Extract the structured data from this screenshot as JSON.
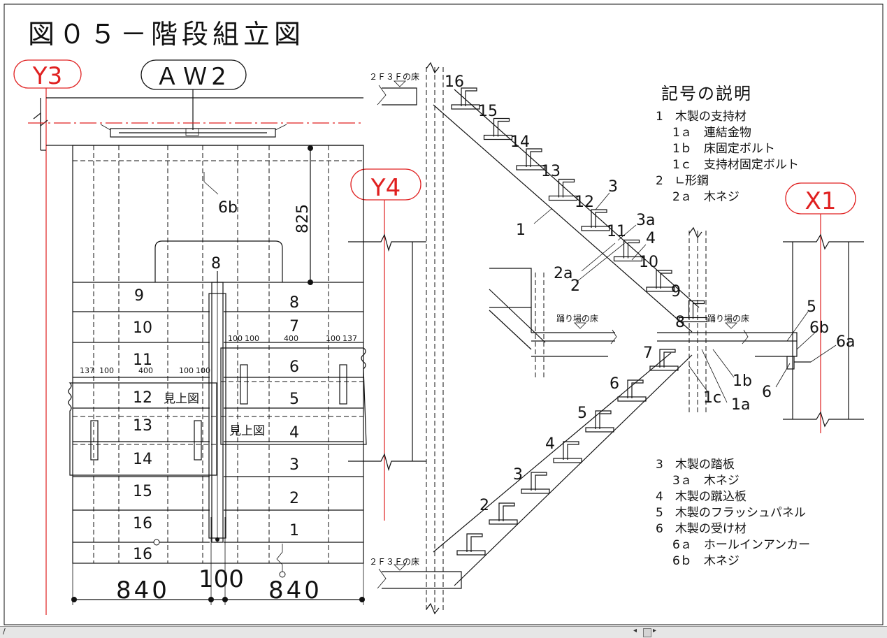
{
  "title": "図０５－階段組立図",
  "grid_labels": {
    "y3": "Y3",
    "aw2": "ＡＷ2",
    "y4": "Y4",
    "x1": "X1"
  },
  "plan": {
    "steps_left": [
      "9",
      "10",
      "11",
      "12",
      "13",
      "14",
      "15",
      "16",
      "16"
    ],
    "steps_right": [
      "8",
      "7",
      "6",
      "5",
      "4",
      "3",
      "2",
      "1"
    ],
    "marker_top": "8",
    "label_6b": "6b",
    "dim_825": "825",
    "dims_top_right": [
      "100",
      "100",
      "400",
      "100",
      "137"
    ],
    "dims_left": [
      "137",
      "100",
      "400",
      "100",
      "100"
    ],
    "view_from_below_1": "見上図",
    "view_from_below_2": "見上図",
    "dim_bottom_left": "840",
    "dim_bottom_mid": "100",
    "dim_bottom_right": "840"
  },
  "section": {
    "floor_top": "２Ｆ３Ｆの床",
    "floor_bottom": "２Ｆ３Ｆの床",
    "landing_left": "踊り場の床",
    "landing_right": "踊り場の床",
    "upper_steps": [
      "16",
      "15",
      "14",
      "13",
      "12",
      "11",
      "10",
      "9",
      "8"
    ],
    "lower_steps": [
      "7",
      "6",
      "5",
      "4",
      "3",
      "2"
    ],
    "callouts": {
      "c1": "1",
      "c3": "3",
      "c3a": "3a",
      "c4": "4",
      "c2a": "2a",
      "c2": "2",
      "c5": "5",
      "c6b": "6b",
      "c6a": "6a",
      "c6": "6",
      "c1b": "1b",
      "c1c": "1c",
      "c1a": "1a"
    }
  },
  "legend": {
    "heading": "記号の説明",
    "items_top": [
      "1　木製の支持材",
      "1ａ　連結金物",
      "1ｂ　床固定ボルト",
      "1ｃ　支持材固定ボルト",
      "2　∟形鋼",
      "2ａ　木ネジ"
    ],
    "items_bottom": [
      "3　木製の踏板",
      "3ａ　木ネジ",
      "4　木製の蹴込板",
      "5　木製のフラッシュパネル",
      "6　木製の受け材",
      "6ａ　ホールインアンカー",
      "6ｂ　木ネジ"
    ]
  },
  "statusbar": {
    "left_text": "/"
  }
}
